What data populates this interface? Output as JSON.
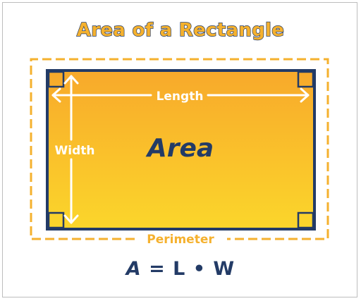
{
  "title": "Area of a Rectangle",
  "labels": {
    "length": "Length",
    "width": "Width",
    "area": "Area",
    "perimeter": "Perimeter"
  },
  "formula": {
    "area_symbol": "A",
    "rest": "= L • W"
  },
  "colors": {
    "navy": "#233b66",
    "orange": "#f5b12e",
    "gradient_top": "#f8a92b",
    "gradient_bottom": "#fbd62b",
    "white": "#ffffff"
  }
}
